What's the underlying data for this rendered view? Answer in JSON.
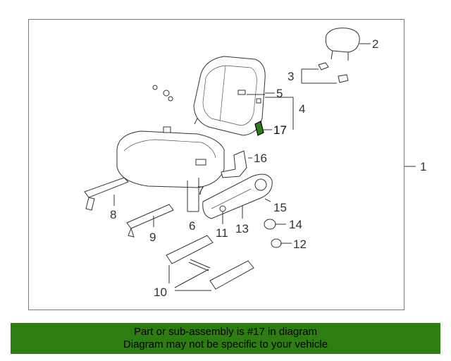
{
  "diagram": {
    "callouts": [
      "1",
      "2",
      "3",
      "4",
      "5",
      "6",
      "7",
      "8",
      "9",
      "10",
      "11",
      "12",
      "13",
      "14",
      "15",
      "16",
      "17"
    ],
    "highlight_part": "17",
    "highlight_color": "#2e7d12"
  },
  "footer": {
    "line1": "Part or sub-assembly is #17 in diagram",
    "line2": "Diagram may not be specific to your vehicle",
    "background": "#2e7d12"
  }
}
